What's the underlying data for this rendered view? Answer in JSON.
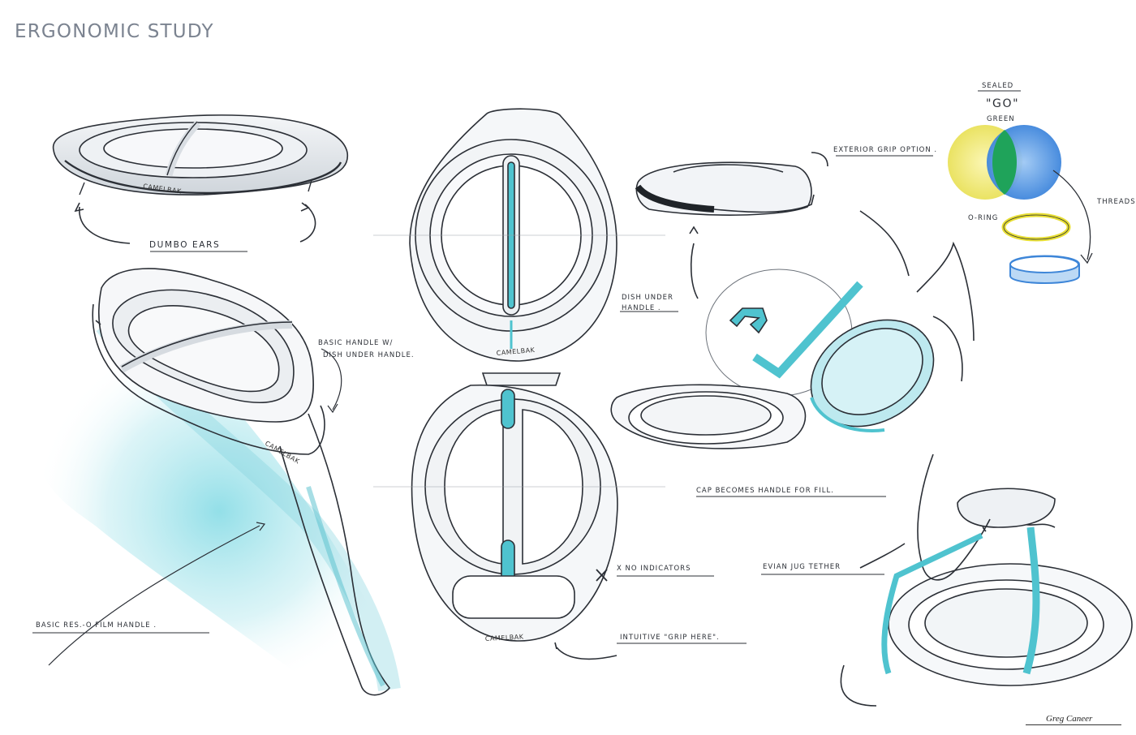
{
  "page": {
    "title": "ERGONOMIC STUDY"
  },
  "annotations": {
    "dumbo_ears": "DUMBO EARS",
    "basic_handle_line1": "BASIC HANDLE W/",
    "basic_handle_line2": "DISH UNDER HANDLE.",
    "basic_res_film": "BASIC RES.-O FILM HANDLE .",
    "no_indicators": "X NO INDICATORS",
    "intuitive_grip": "INTUITIVE \"GRIP HERE\".",
    "exterior_grip": "EXTERIOR GRIP OPTION .",
    "dish_under_line1": "DISH UNDER",
    "dish_under_line2": "HANDLE .",
    "cap_handle": "CAP BECOMES HANDLE FOR FILL.",
    "evian_tether": "EVIAN JUG TETHER",
    "sealed": "SEALED",
    "go": "\"GO\"",
    "green": "GREEN",
    "o_ring": "O-RING",
    "threads": "THREADS"
  },
  "brand_label": "CAMELBAK",
  "signature": "Greg Caneer",
  "colors": {
    "accent_teal": "#4fc3cf",
    "yellow": "#f2ec7a",
    "blue": "#5a9de6",
    "green": "#1fa35a",
    "line": "#2b2f36",
    "title_gray": "#7b8390"
  }
}
